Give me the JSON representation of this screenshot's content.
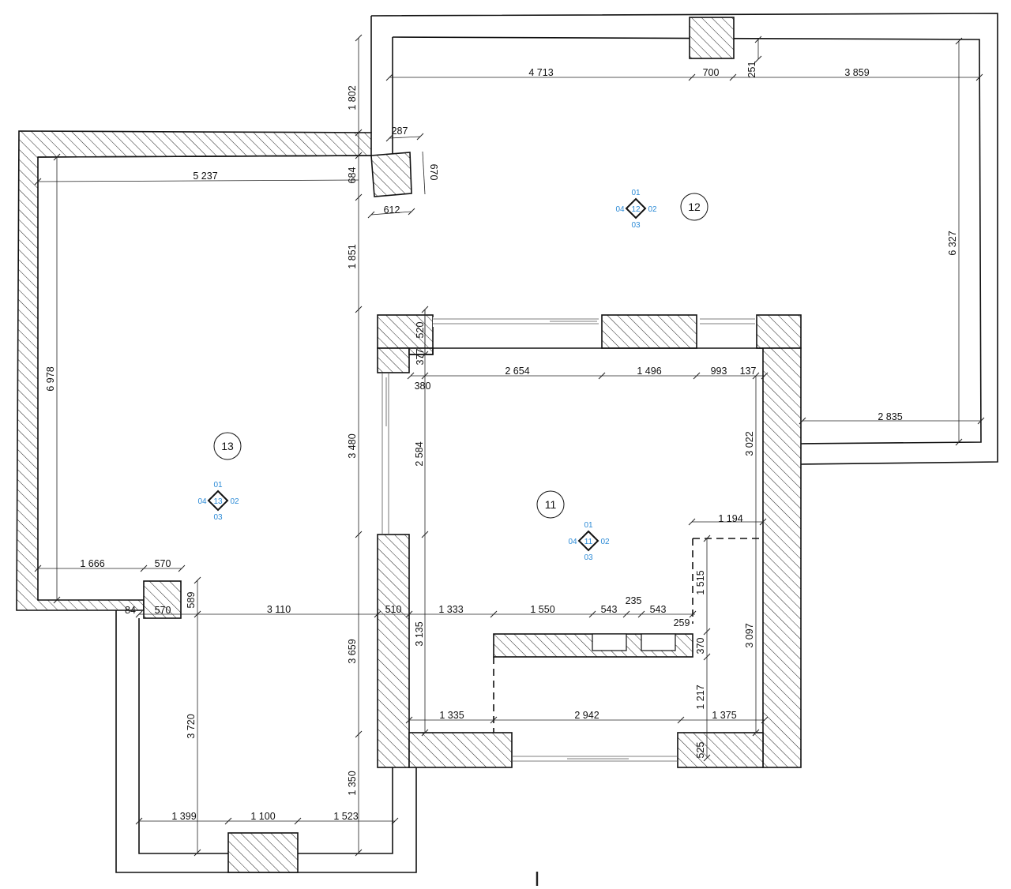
{
  "rooms": [
    {
      "number": "11",
      "view_labels": {
        "top": "01",
        "right": "02",
        "bottom": "03",
        "left": "04",
        "center": "11"
      }
    },
    {
      "number": "12",
      "view_labels": {
        "top": "01",
        "right": "02",
        "bottom": "03",
        "left": "04",
        "center": "12"
      }
    },
    {
      "number": "13",
      "view_labels": {
        "top": "01",
        "right": "02",
        "bottom": "03",
        "left": "04",
        "center": "13"
      }
    }
  ],
  "dimensions": {
    "d4713": "4 713",
    "d700": "700",
    "d251": "251",
    "d3859": "3 859",
    "d1802": "1 802",
    "d287": "287",
    "d670": "670",
    "d684": "684",
    "d612": "612",
    "d5237": "5 237",
    "d6327": "6 327",
    "d1851": "1 851",
    "d6978": "6 978",
    "d520": "520",
    "d377": "377",
    "d380": "380",
    "d2654": "2 654",
    "d1496": "1 496",
    "d993": "993",
    "d137": "137",
    "d2835": "2 835",
    "d3480": "3 480",
    "d2584": "2 584",
    "d3022": "3 022",
    "d1194": "1 194",
    "d1515": "1 515",
    "d1666": "1 666",
    "d570a": "570",
    "d84": "84",
    "d570b": "570",
    "d589": "589",
    "d3110": "3 110",
    "d510": "510",
    "d1333": "1 333",
    "d1550": "1 550",
    "d543a": "543",
    "d235": "235",
    "d543b": "543",
    "d259": "259",
    "d370": "370",
    "d3097": "3 097",
    "d3135": "3 135",
    "d3659": "3 659",
    "d1217": "1 217",
    "d1335": "1 335",
    "d2942": "2 942",
    "d1375": "1 375",
    "d525": "525",
    "d3720": "3 720",
    "d1350": "1 350",
    "d1399": "1 399",
    "d1100": "1 100",
    "d1523": "1 523"
  },
  "cursor_glyph": "I"
}
